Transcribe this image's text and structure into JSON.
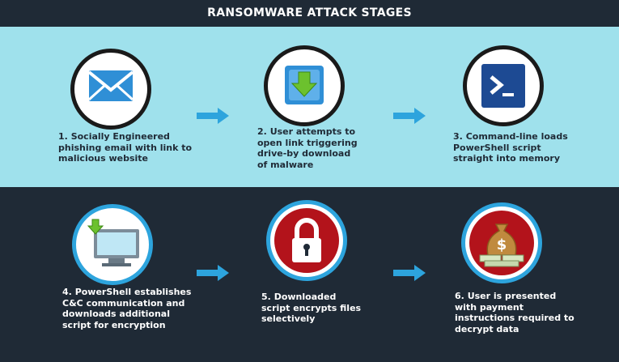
{
  "title": "RANSOMWARE ATTACK STAGES",
  "colors": {
    "top_panel": "#9fe1ec",
    "bottom_panel": "#1f2a36",
    "arrow": "#2da4dd",
    "accent_red": "#b3131b"
  },
  "steps": [
    {
      "num": "1.",
      "text": "Socially Engineered phishing email with link to malicious website",
      "icon": "envelope-icon"
    },
    {
      "num": "2.",
      "text": "User attempts to open link triggering drive-by download of malware",
      "icon": "download-arrow-icon"
    },
    {
      "num": "3.",
      "text": "Command-line loads PowerShell script straight into memory",
      "icon": "powershell-icon"
    },
    {
      "num": "4.",
      "text": "PowerShell establishes C&C communication and downloads additional script for encryption",
      "icon": "monitor-download-icon"
    },
    {
      "num": "5.",
      "text": "Downloaded script encrypts files selectively",
      "icon": "padlock-icon"
    },
    {
      "num": "6.",
      "text": "User is presented with payment instructions required to decrypt data",
      "icon": "money-bag-icon"
    }
  ]
}
